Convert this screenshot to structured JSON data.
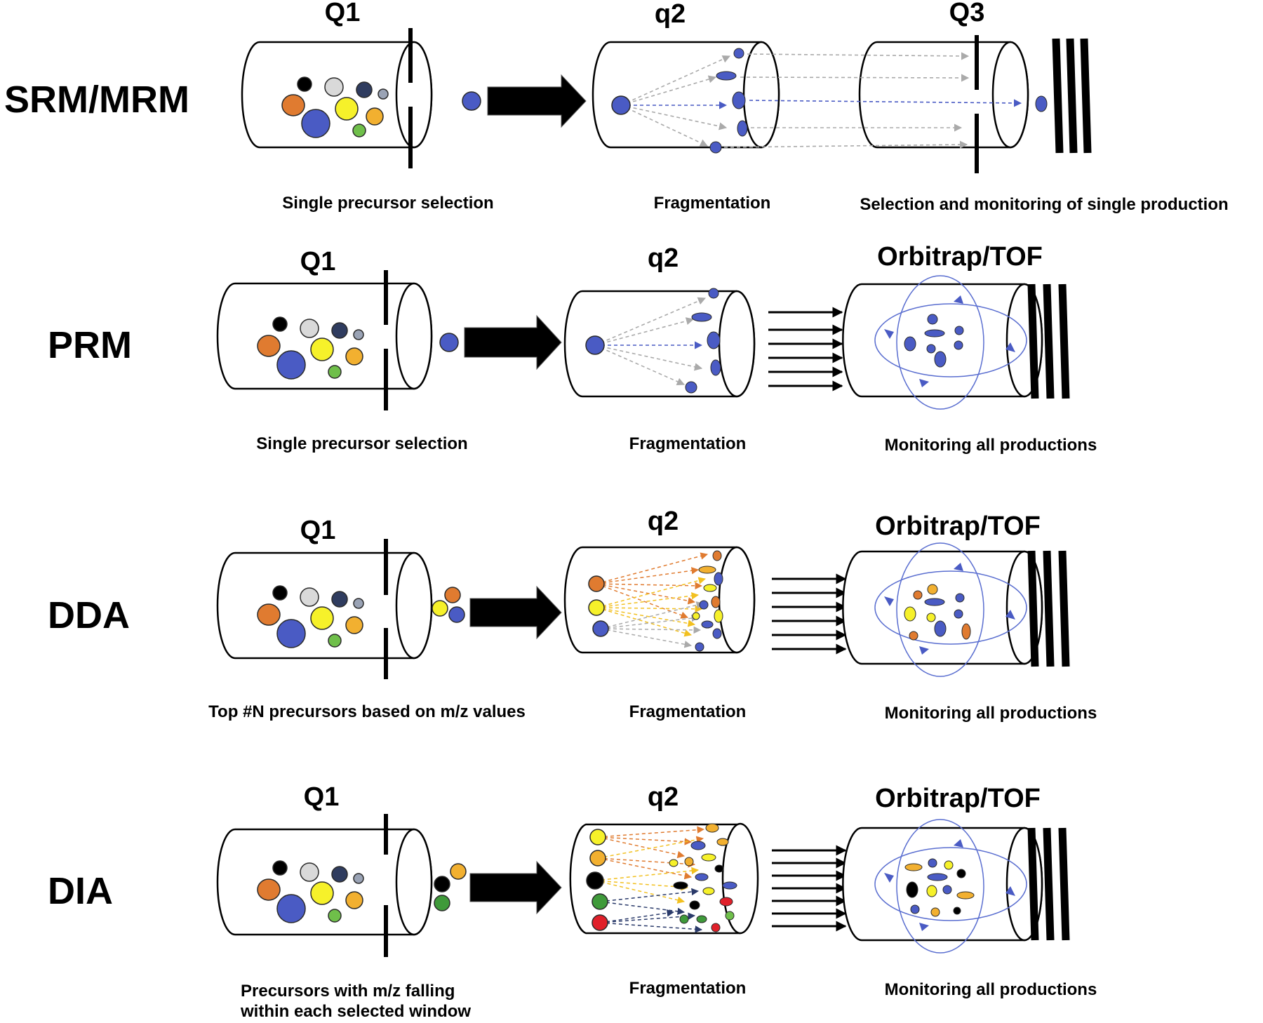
{
  "colors": {
    "blue": "#4a5bc4",
    "orange": "#e07b30",
    "yellow": "#f6f12a",
    "gold": "#f2b030",
    "green": "#6fbf4a",
    "navy": "#2f3c5f",
    "lightgray": "#d9d9d9",
    "gray_ion": "#9aa3b5",
    "black": "#000000",
    "red": "#e0202a",
    "darkgreen": "#3f9a3a",
    "arrow_gray": "#aaaaaa",
    "arrow_orange": "#e07b30",
    "arrow_yellow": "#f2c020",
    "arrow_navy": "#2a3a6a"
  },
  "rows": [
    {
      "id": "srm",
      "label": "SRM/MRM",
      "stage1": {
        "heading": "Q1",
        "caption": [
          "Single precursor selection"
        ]
      },
      "stage2": {
        "heading": "q2",
        "caption": [
          "Fragmentation"
        ]
      },
      "stage3": {
        "heading": "Q3",
        "caption": [
          "Selection and monitoring of single production"
        ]
      }
    },
    {
      "id": "prm",
      "label": "PRM",
      "stage1": {
        "heading": "Q1",
        "caption": [
          "Single precursor selection"
        ]
      },
      "stage2": {
        "heading": "q2",
        "caption": [
          "Fragmentation"
        ]
      },
      "stage3": {
        "heading": "Orbitrap/TOF",
        "caption": [
          "Monitoring all productions"
        ]
      }
    },
    {
      "id": "dda",
      "label": "DDA",
      "stage1": {
        "heading": "Q1",
        "caption": [
          "Top #N precursors based on m/z values"
        ]
      },
      "stage2": {
        "heading": "q2",
        "caption": [
          "Fragmentation"
        ]
      },
      "stage3": {
        "heading": "Orbitrap/TOF",
        "caption": [
          "Monitoring all productions"
        ]
      }
    },
    {
      "id": "dia",
      "label": "DIA",
      "stage1": {
        "heading": "Q1",
        "caption": [
          "Precursors with m/z falling",
          "within each selected window"
        ]
      },
      "stage2": {
        "heading": "q2",
        "caption": [
          "Fragmentation"
        ]
      },
      "stage3": {
        "heading": "Orbitrap/TOF",
        "caption": [
          "Monitoring all productions"
        ]
      }
    }
  ]
}
